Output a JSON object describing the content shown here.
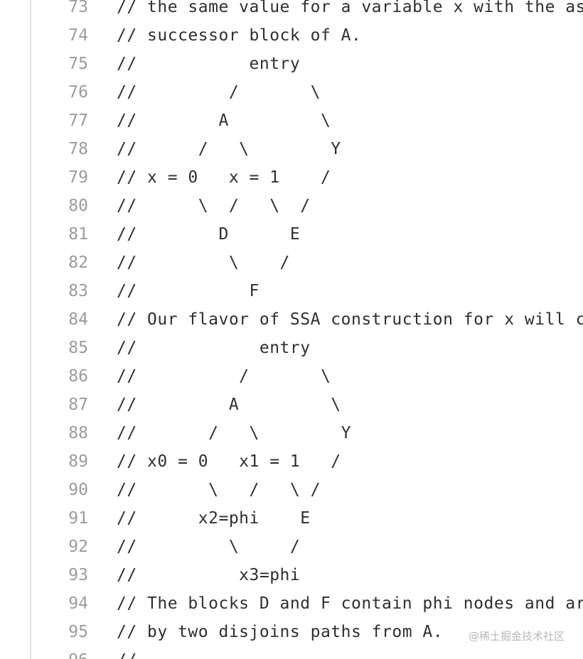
{
  "lines": [
    {
      "number": "73",
      "text": "// the same value for a variable x with the assign"
    },
    {
      "number": "74",
      "text": "// successor block of A."
    },
    {
      "number": "75",
      "text": "//           entry"
    },
    {
      "number": "76",
      "text": "//         /       \\"
    },
    {
      "number": "77",
      "text": "//        A         \\"
    },
    {
      "number": "78",
      "text": "//      /   \\        Y"
    },
    {
      "number": "79",
      "text": "// x = 0   x = 1    /"
    },
    {
      "number": "80",
      "text": "//      \\  /   \\  /"
    },
    {
      "number": "81",
      "text": "//        D      E"
    },
    {
      "number": "82",
      "text": "//         \\    /"
    },
    {
      "number": "83",
      "text": "//           F"
    },
    {
      "number": "84",
      "text": "// Our flavor of SSA construction for x will c"
    },
    {
      "number": "85",
      "text": "//            entry"
    },
    {
      "number": "86",
      "text": "//          /       \\"
    },
    {
      "number": "87",
      "text": "//         A         \\"
    },
    {
      "number": "88",
      "text": "//       /   \\        Y"
    },
    {
      "number": "89",
      "text": "// x0 = 0   x1 = 1   /"
    },
    {
      "number": "90",
      "text": "//       \\   /   \\ /"
    },
    {
      "number": "91",
      "text": "//      x2=phi    E"
    },
    {
      "number": "92",
      "text": "//         \\     /"
    },
    {
      "number": "93",
      "text": "//          x3=phi"
    },
    {
      "number": "94",
      "text": "// The blocks D and F contain phi nodes and ar"
    },
    {
      "number": "95",
      "text": "// by two disjoins paths from A."
    },
    {
      "number": "96",
      "text": "//"
    }
  ],
  "watermark": "@稀土掘金技术社区"
}
